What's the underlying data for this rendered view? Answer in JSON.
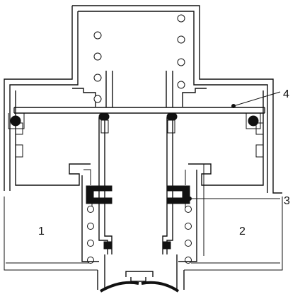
{
  "labels": {
    "port_left": "1",
    "port_right": "2",
    "callout_3": "3",
    "callout_4": "4"
  }
}
